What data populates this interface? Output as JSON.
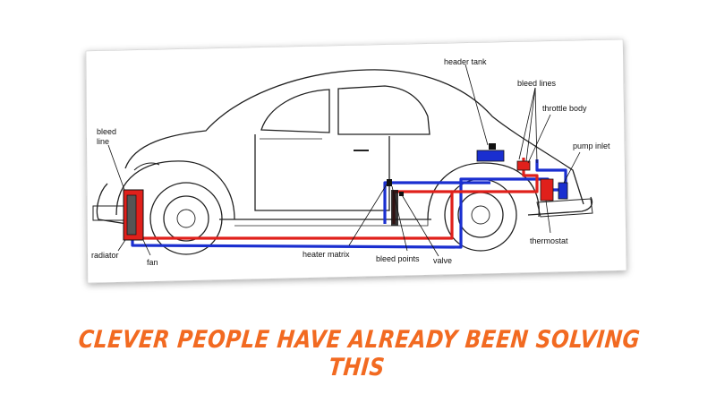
{
  "diagram": {
    "labels": {
      "bleed_line": [
        "bleed",
        "line"
      ],
      "header_tank": "header tank",
      "bleed_lines": "bleed lines",
      "throttle_body": "throttle body",
      "pump_inlet": "pump inlet",
      "radiator": "radiator",
      "fan": "fan",
      "heater_matrix": "heater matrix",
      "bleed_points": "bleed points",
      "valve": "valve",
      "thermostat": "thermostat"
    },
    "colors": {
      "hot_line": "#e0201b",
      "cold_line": "#1a2fd0",
      "outline": "#222222"
    }
  },
  "headline": "CLEVER PEOPLE HAVE ALREADY BEEN SOLVING THIS",
  "headline_color": "#f26a21"
}
